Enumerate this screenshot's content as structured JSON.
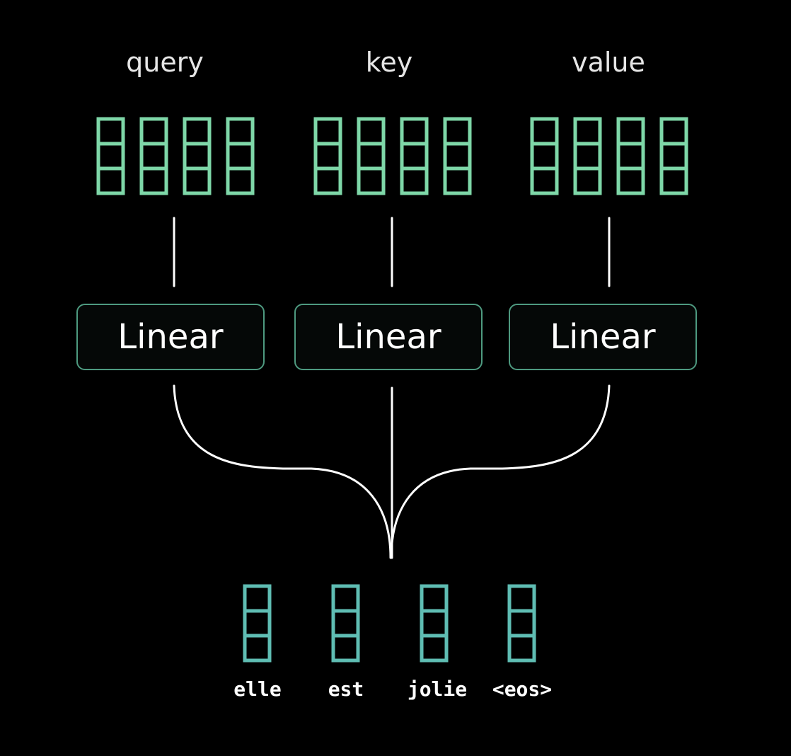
{
  "colors": {
    "background": "#000000",
    "projection_vector": "#7ed7a8",
    "input_vector": "#5fbdb3",
    "linear_border": "#4e9a80",
    "line": "#ffffff",
    "text": "#ffffff"
  },
  "heads": [
    {
      "label": "query",
      "layer": "Linear",
      "vector_count": 4
    },
    {
      "label": "key",
      "layer": "Linear",
      "vector_count": 4
    },
    {
      "label": "value",
      "layer": "Linear",
      "vector_count": 4
    }
  ],
  "tokens": [
    "elle",
    "est",
    "jolie",
    "<eos>"
  ],
  "cells_per_vector": 3
}
